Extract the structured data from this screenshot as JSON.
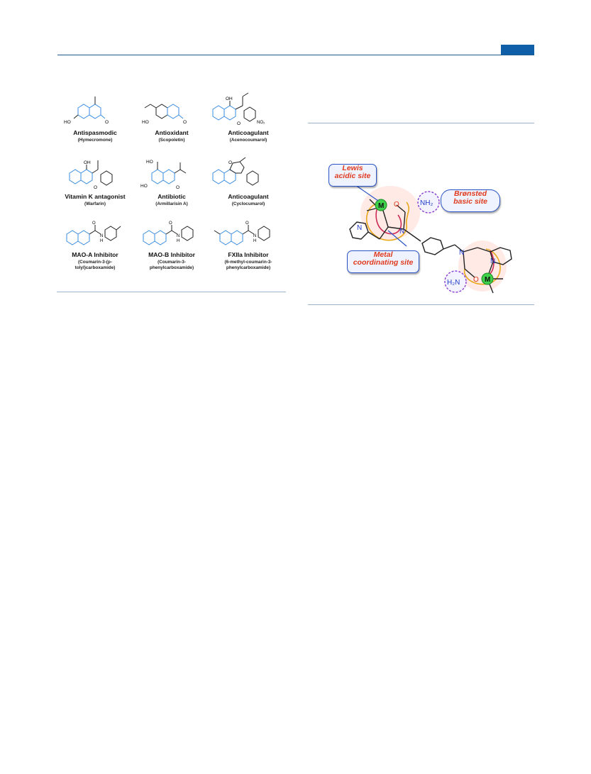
{
  "figure1": {
    "compounds": [
      {
        "name": "Antispasmodic",
        "sub": [
          "(Hymecromone)"
        ],
        "labels": {
          "ho": "HO",
          "o": "O"
        }
      },
      {
        "name": "Antioxidant",
        "sub": [
          "(Scopoletin)"
        ],
        "labels": {
          "ho": "HO",
          "o": "O"
        }
      },
      {
        "name": "Anticoagulant",
        "sub": [
          "(Acenocoumarol)"
        ],
        "labels": {
          "oh": "OH",
          "o": "O",
          "no2": "NO₂"
        }
      },
      {
        "name": "Vitamin K antagonist",
        "sub": [
          "(Warfarin)"
        ],
        "labels": {
          "oh": "OH",
          "o": "O"
        }
      },
      {
        "name": "Antibiotic",
        "sub": [
          "(Armillarisin A)"
        ],
        "labels": {
          "ho": "HO",
          "ho2": "HO",
          "o": "O"
        }
      },
      {
        "name": "Anticoagulant",
        "sub": [
          "(Cyclocumarol)"
        ],
        "labels": {
          "o": "O"
        }
      },
      {
        "name": "MAO-A Inhibitor",
        "sub": [
          "(Coumarin-3-(p-",
          "tolyl)carboxamide)"
        ],
        "labels": {
          "o": "O",
          "nh": "N",
          "h": "H"
        }
      },
      {
        "name": "MAO-B Inhibitor",
        "sub": [
          "(Coumarin-3-",
          "phenylcarboxamide)"
        ],
        "labels": {
          "o": "O",
          "nh": "N",
          "h": "H"
        }
      },
      {
        "name": "FXIIa Inhibitor",
        "sub": [
          "(6-methyl-coumarin-3-",
          "phenylcarboxamide)"
        ],
        "labels": {
          "o": "O",
          "nh": "N",
          "h": "H"
        }
      }
    ]
  },
  "figure2": {
    "callouts": {
      "lewis": [
        "Lewis",
        "acidic site"
      ],
      "bronsted": [
        "Brønsted",
        "basic site"
      ],
      "metal": [
        "Metal",
        "coordinating site"
      ]
    },
    "atoms": {
      "m1": "M",
      "m2": "M",
      "n_py1": "N",
      "n_am1": "N",
      "n_am2": "N",
      "n_py2": "N",
      "o1": "O",
      "o2": "O",
      "nh2_1": "NH₂",
      "nh2_2": "H₂N"
    }
  },
  "colors": {
    "accent": "#0f5ea8",
    "coumarin": "#3a8de0",
    "metal": "#3fd14a",
    "highlight": "#e03a1e"
  }
}
